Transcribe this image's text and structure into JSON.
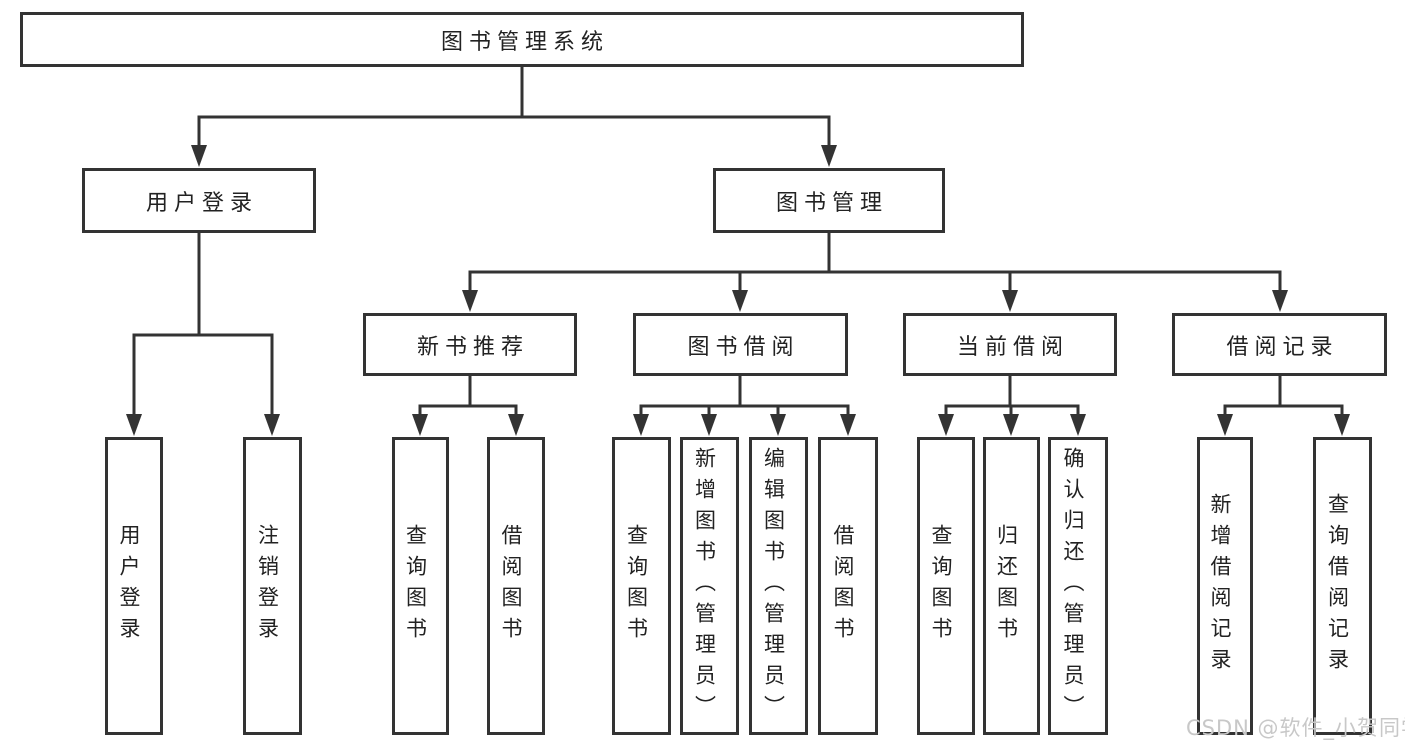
{
  "tree": {
    "root": {
      "label": "图书管理系统"
    },
    "level2": [
      {
        "label": "用户登录",
        "children": [
          {
            "label": "用户登录"
          },
          {
            "label": "注销登录"
          }
        ]
      },
      {
        "label": "图书管理"
      }
    ],
    "level3": [
      {
        "label": "新书推荐",
        "children": [
          {
            "label": "查询图书"
          },
          {
            "label": "借阅图书"
          }
        ]
      },
      {
        "label": "图书借阅",
        "children": [
          {
            "label": "查询图书"
          },
          {
            "label": "新增图书（管理员）"
          },
          {
            "label": "编辑图书（管理员）"
          },
          {
            "label": "借阅图书"
          }
        ]
      },
      {
        "label": "当前借阅",
        "children": [
          {
            "label": "查询图书"
          },
          {
            "label": "归还图书"
          },
          {
            "label": "确认归还（管理员）"
          }
        ]
      },
      {
        "label": "借阅记录",
        "children": [
          {
            "label": "新增借阅记录"
          },
          {
            "label": "查询借阅记录"
          }
        ]
      }
    ]
  },
  "watermark": {
    "text": "CSDN @软件_小贺同学"
  },
  "colors": {
    "line": "#333333",
    "box_border": "#333333",
    "text": "#222222",
    "watermark": "#c8c8c8",
    "background": "#ffffff"
  }
}
